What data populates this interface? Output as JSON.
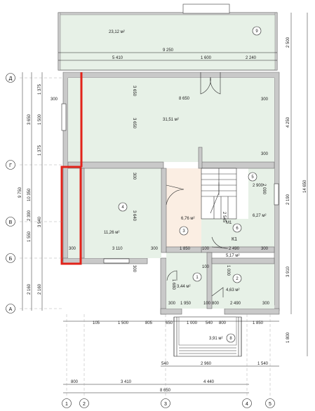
{
  "rooms": {
    "r9": {
      "area": "23,12 м²",
      "number": "9"
    },
    "r_living": {
      "area": "31,51 м²"
    },
    "r4": {
      "area": "11,26 м²",
      "number": "4"
    },
    "r3": {
      "area": "6,76 м²",
      "number": "3"
    },
    "r5": {
      "area": "6,27 м²",
      "number": "5"
    },
    "r6": {
      "area": "5,17 м²",
      "number": "6"
    },
    "r1": {
      "area": "3,44 м²",
      "number": "1"
    },
    "r2": {
      "area": "4,63 м²",
      "number": "2"
    },
    "r8": {
      "area": "3,91 м²",
      "number": "8"
    }
  },
  "marks": {
    "k1": "К1",
    "m1": "M1"
  },
  "axes": {
    "letters": [
      "Д",
      "Г",
      "В",
      "Б",
      "А"
    ],
    "numbers": [
      "1",
      "2",
      "3",
      "4",
      "5"
    ]
  },
  "dims": {
    "top_total": "9 250",
    "top_a": "5 410",
    "top_b": "1 600",
    "top_c": "2 240",
    "right_a": "2 500",
    "right_b": "4 250",
    "right_c": "2 190",
    "right_d": "3 910",
    "right_e": "1 800",
    "right_total": "14 650",
    "left_outer1": "9 750",
    "left_outer2": "10 350",
    "left_a": "1 375",
    "left_b": "1 500",
    "left_c": "1 375",
    "left_d": "3 650",
    "left_e": "3 940",
    "left_f": "2 390",
    "left_g": "1 550",
    "left_h": "2 160",
    "left_i": "2 160",
    "inner_3650": "3 650",
    "inner_8650": "8 650",
    "inner_3640": "3 640",
    "inner_3110": "3 110",
    "inner_1850": "1 850",
    "inner_2490a": "2 490",
    "inner_2490b": "2 490",
    "inner_1950": "1 950",
    "inner_1680": "1 680",
    "inner_1000": "1 000",
    "inner_2900": "2 900",
    "inner_2090": "2 090",
    "inner_2545": "2 545",
    "inner_300": "300",
    "inner_100": "100",
    "inner_800": "800",
    "entry_540": "540",
    "entry_2960": "2 960",
    "entry_1540": "1 540",
    "bottom_800": "800",
    "bottom_3410": "3 410",
    "bottom_4440": "4 440",
    "bottom_total": "8 650",
    "row_105": "105",
    "row_1500": "1 500",
    "row_805": "805",
    "row_650": "650",
    "row_1000": "1 000",
    "row_540": "540",
    "row_800": "800",
    "row_1850": "1 850"
  }
}
